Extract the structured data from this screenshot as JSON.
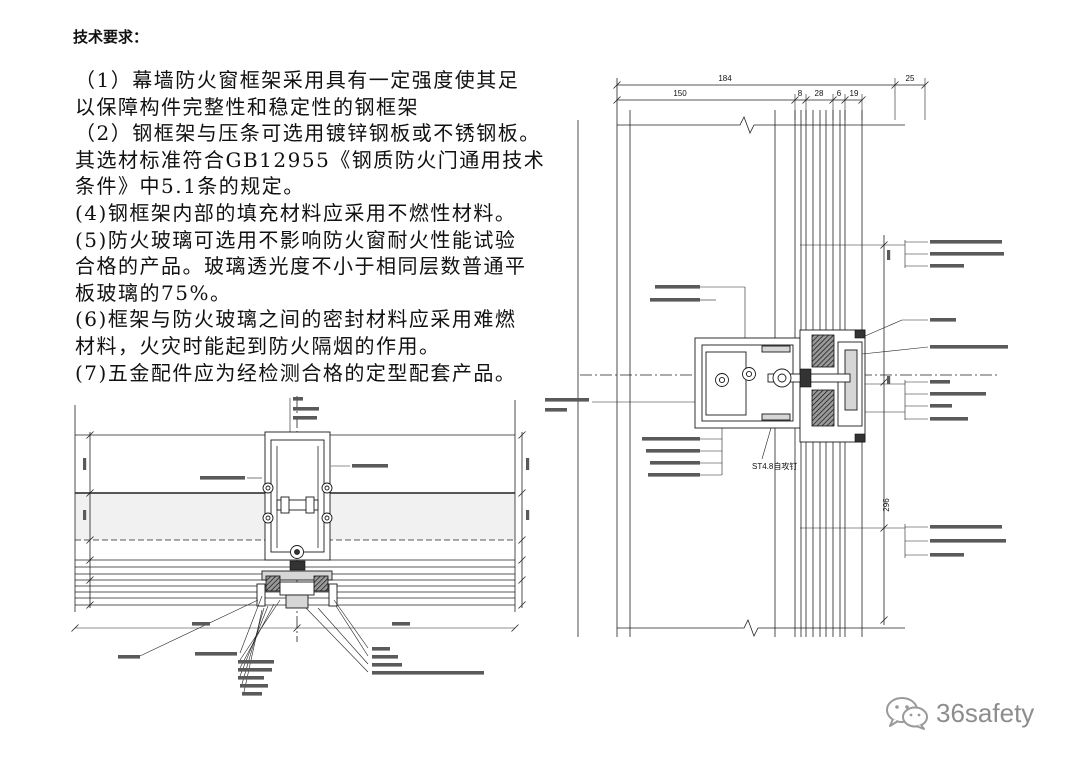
{
  "heading": "技术要求：",
  "requirements_lines": [
    "（1）幕墙防火窗框架采用具有一定强度使其足",
    "以保障构件完整性和稳定性的钢框架",
    "（2）钢框架与压条可选用镀锌钢板或不锈钢板。",
    "其选材标准符合GB12955《钢质防火门通用技术",
    "条件》中5.1条的规定。",
    "(4)钢框架内部的填充材料应采用不燃性材料。",
    "(5)防火玻璃可选用不影响防火窗耐火性能试验",
    "合格的产品。玻璃透光度不小于相同层数普通平",
    "板玻璃的75%。",
    "(6)框架与防火玻璃之间的密封材料应采用难燃",
    "材料，火灾时能起到防火隔烟的作用。",
    "(7)五金配件应为经检测合格的定型配套产品。"
  ],
  "section_drawing": {
    "dim_overall": "184",
    "dim_cap": "25",
    "dim_segments": [
      "150",
      "8",
      "28",
      "6",
      "19"
    ],
    "dim_vertical": "296",
    "screw_label": "ST4.8自攻钉"
  },
  "watermark": {
    "icon": "wechat-icon",
    "text": "36safety"
  },
  "colors": {
    "text": "#111111",
    "line": "#222222",
    "watermark": "#8d8d8d"
  }
}
